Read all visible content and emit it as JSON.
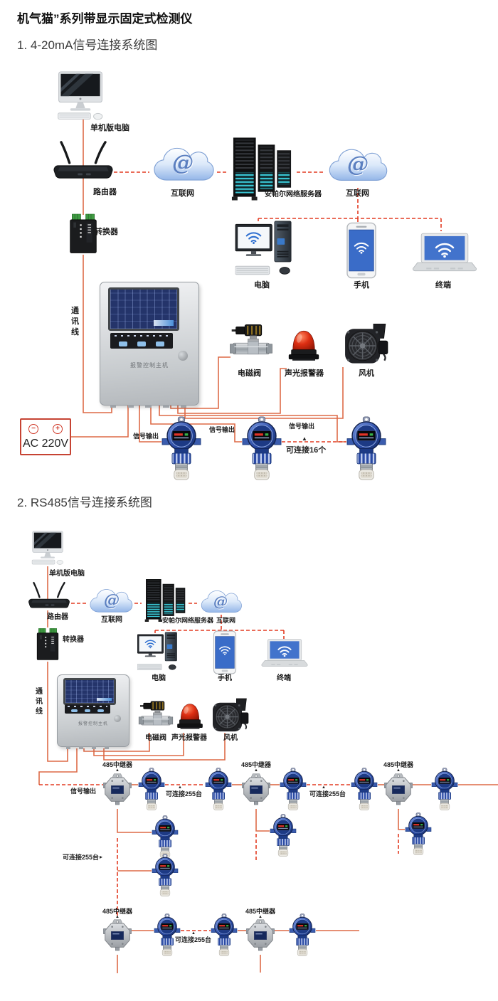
{
  "header": {
    "title": "机气猫”系列带显示固定式检测仪"
  },
  "section1": {
    "heading": "1. 4-20mA信号连接系统图",
    "capacity_note": "可连接16个"
  },
  "section2": {
    "heading": "2. RS485信号连接系统图",
    "capacity_note": "可连接255台",
    "repeater": "485中继器"
  },
  "t": {
    "standalone_pc": "单机版电脑",
    "router": "路由器",
    "internet": "互联网",
    "server": "安帕尔网络服务器",
    "pc": "电脑",
    "phone": "手机",
    "terminal": "终端",
    "converter": "转换器",
    "comm_line": "通讯线",
    "controller": "报警控制主机",
    "valve": "电磁阀",
    "sound_light_alarm": "声光报警器",
    "fan": "风机",
    "signal_out": "信号输出"
  },
  "power_box": {
    "label": "AC 220V",
    "minus": "−",
    "plus": "+"
  },
  "glyphs": {
    "at": "@",
    "arrow_up": "▲",
    "arrow_right": "▸"
  },
  "colors": {
    "wire_solid": "#dd6a47",
    "wire_dashed": "#e33b22",
    "detector_body": "#24459e",
    "alarm_dome": "#d92c12",
    "screen_blue": "#3a6cc8"
  }
}
